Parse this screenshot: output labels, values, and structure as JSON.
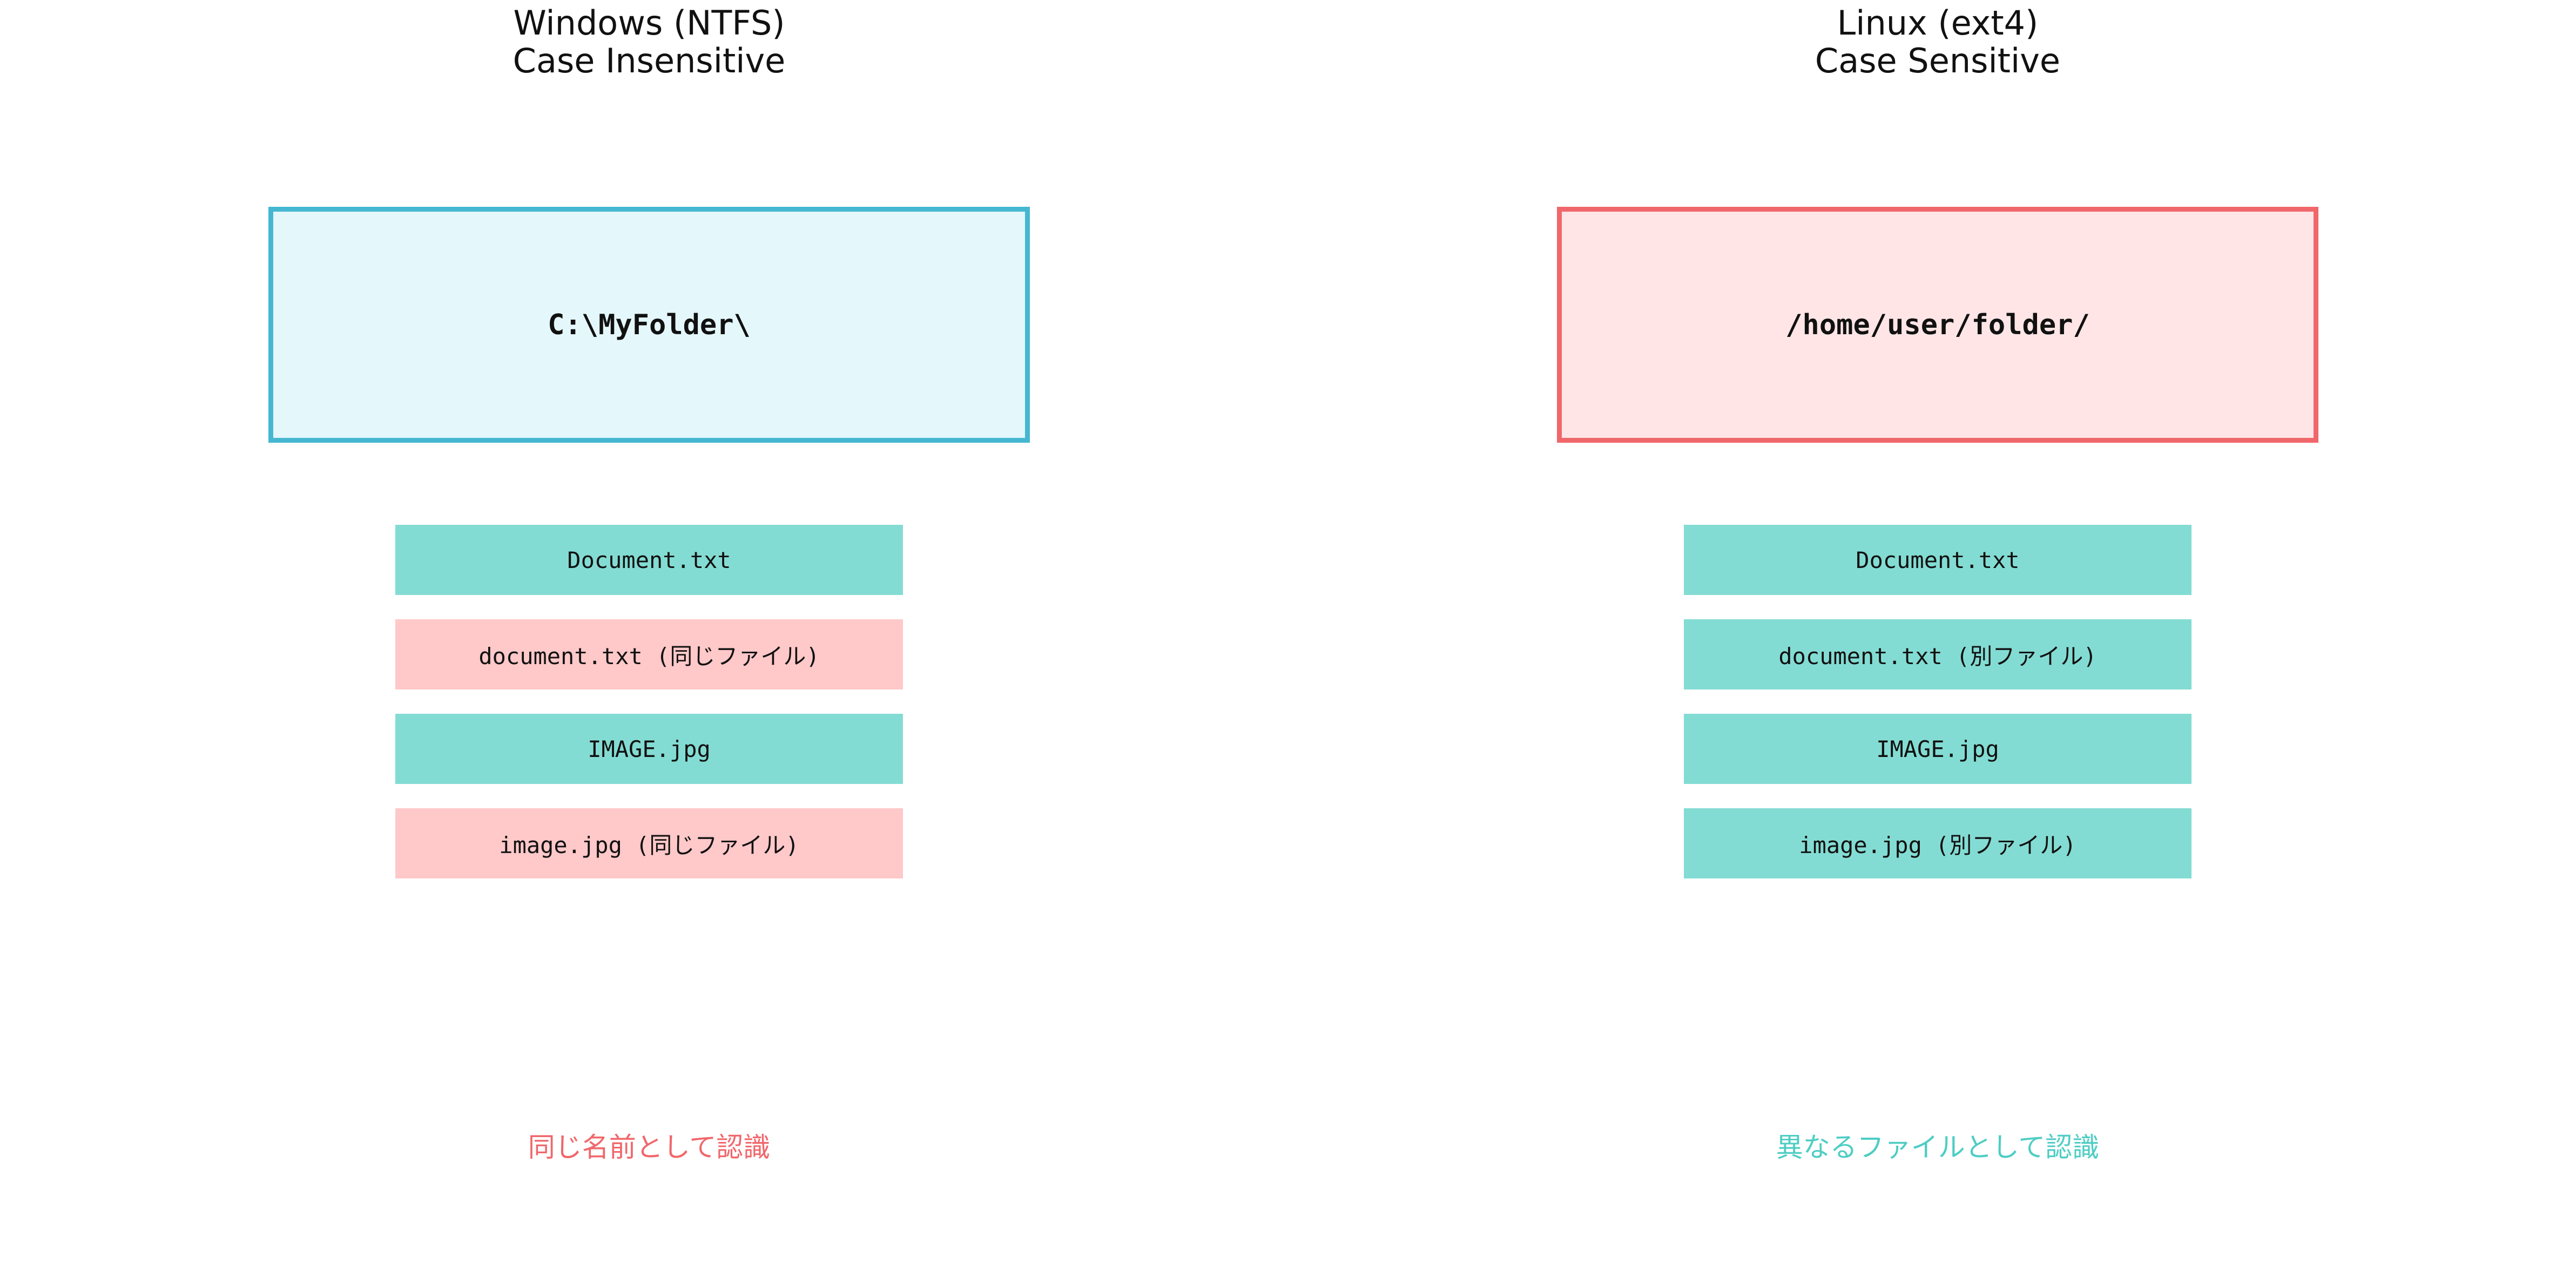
{
  "colors": {
    "windows_border": "#45B7D1",
    "windows_fill": "#E4F7FB",
    "linux_border": "#F0676B",
    "linux_fill": "#FFE5E6",
    "file_distinct": "#83DCD3",
    "file_conflict": "#FFC8C9",
    "summary_windows": "#F0676B",
    "summary_linux": "#4ECDC4"
  },
  "windows": {
    "title_line1": "Windows (NTFS)",
    "title_line2": "Case Insensitive",
    "folder_path": "C:\\MyFolder\\",
    "files": [
      {
        "label": "Document.txt",
        "state": "distinct"
      },
      {
        "label": "document.txt (同じファイル)",
        "state": "conflict"
      },
      {
        "label": "IMAGE.jpg",
        "state": "distinct"
      },
      {
        "label": "image.jpg (同じファイル)",
        "state": "conflict"
      }
    ],
    "summary": "同じ名前として認識"
  },
  "linux": {
    "title_line1": "Linux (ext4)",
    "title_line2": "Case Sensitive",
    "folder_path": "/home/user/folder/",
    "files": [
      {
        "label": "Document.txt",
        "state": "distinct"
      },
      {
        "label": "document.txt (別ファイル)",
        "state": "distinct"
      },
      {
        "label": "IMAGE.jpg",
        "state": "distinct"
      },
      {
        "label": "image.jpg (別ファイル)",
        "state": "distinct"
      }
    ],
    "summary": "異なるファイルとして認識"
  }
}
